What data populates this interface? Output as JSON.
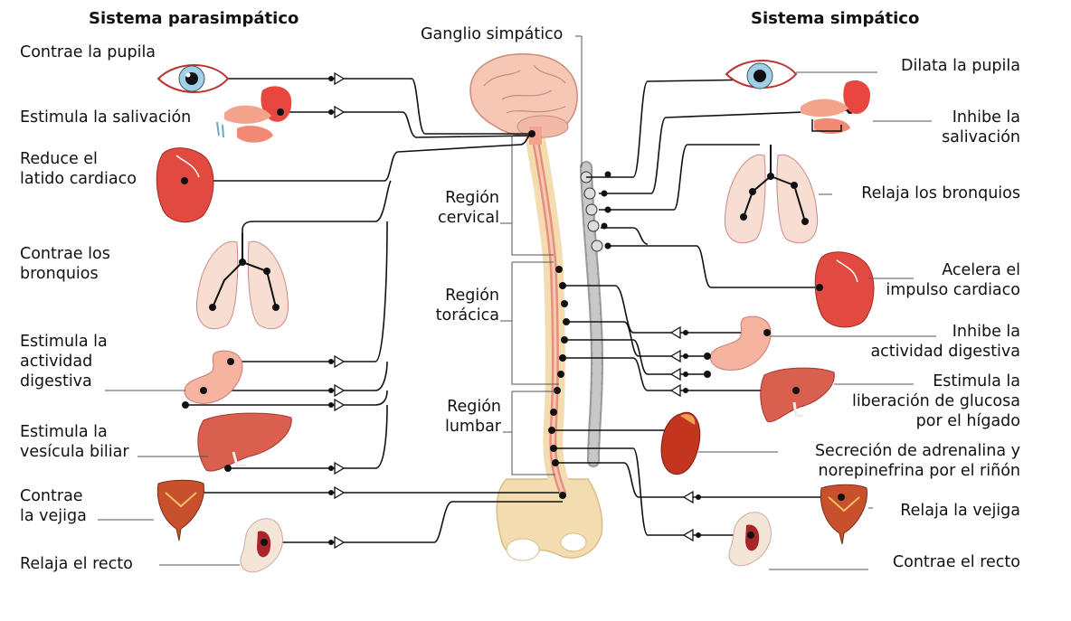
{
  "titles": {
    "parasympathetic": "Sistema parasimpático",
    "sympathetic": "Sistema simpático",
    "ganglion": "Ganglio simpático"
  },
  "regions": {
    "cervical": [
      "Región",
      "cervical"
    ],
    "thoracic": [
      "Región",
      "torácica"
    ],
    "lumbar": [
      "Región",
      "lumbar"
    ]
  },
  "parasympathetic": [
    [
      "Contrae la pupila"
    ],
    [
      "Estimula la salivación"
    ],
    [
      "Reduce el",
      "latido cardiaco"
    ],
    [
      "Contrae los",
      "bronquios"
    ],
    [
      "Estimula la",
      "actividad",
      "digestiva"
    ],
    [
      "Estimula la",
      "vesícula biliar"
    ],
    [
      "Contrae",
      "la vejiga"
    ],
    [
      "Relaja el recto"
    ]
  ],
  "sympathetic": [
    [
      "Dilata la pupila"
    ],
    [
      "Inhibe la",
      "salivación"
    ],
    [
      "Relaja los bronquios"
    ],
    [
      "Acelera el",
      "impulso cardiaco"
    ],
    [
      "Inhibe la",
      "actividad digestiva"
    ],
    [
      "Estimula la",
      "liberación de glucosa",
      "por el hígado"
    ],
    [
      "Secreción de adrenalina y",
      "norepinefrina por el riñón"
    ],
    [
      "Relaja la vejiga"
    ],
    [
      "Contrae el recto"
    ]
  ],
  "icons": [
    "eye-icon",
    "salivary-gland-icon",
    "heart-icon",
    "lungs-icon",
    "stomach-icon",
    "liver-icon",
    "kidney-icon",
    "bladder-icon",
    "rectum-icon",
    "brain-icon",
    "spinal-cord-icon",
    "pelvis-icon",
    "ganglion-chain-icon"
  ],
  "colors": {
    "organ_red": "#e8473f",
    "organ_pink": "#f2b8a8",
    "brain": "#f5c7b4",
    "spine_bone": "#f3dcb0",
    "ganglion": "#b4b4b4",
    "nerve": "#111111"
  }
}
